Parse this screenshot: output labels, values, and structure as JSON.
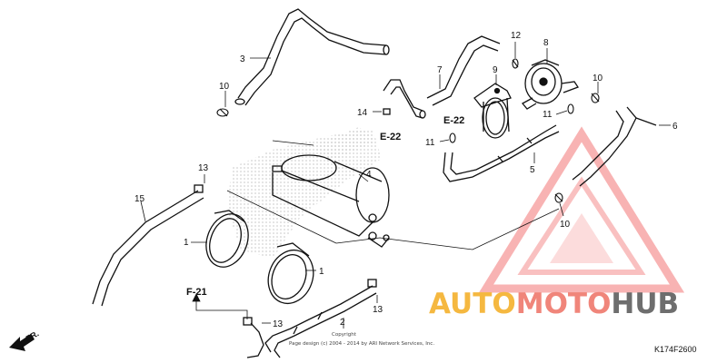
{
  "callouts": {
    "hose_top": "3",
    "clip_top_left": "10",
    "hose_center": "7",
    "joint_center": "14",
    "ref_e22_left": "E-22",
    "band_bracket": "9",
    "ref_e22_right": "E-22",
    "clip_12": "12",
    "valve": "8",
    "clip_top_right": "10",
    "clip_11_upper": "11",
    "clip_11_lower": "11",
    "hose_5": "5",
    "hose_6": "6",
    "canister": "4",
    "clip_13_top": "13",
    "hose_15": "15",
    "band_1_left": "1",
    "band_1_right": "1",
    "clip_13_mid": "13",
    "ref_f21": "F-21",
    "clip_13_bottom": "13",
    "hose_2": "2",
    "clip_10_right": "10"
  },
  "copyright": {
    "line1": "Copyright",
    "line2": "Page design (c) 2004 - 2014 by ARI Network Services, Inc."
  },
  "fr_arrow": "FR.",
  "diagram_code": "K174F2600",
  "watermark": {
    "auto": "AUTO",
    "moto": "MOTO",
    "hub": "HUB",
    "color_auto": "#f5b840",
    "color_moto": "#f0857a",
    "color_hub": "#6e6e6e",
    "triangle_color": "#ef5b5b"
  },
  "colors": {
    "line": "#111111",
    "hatch": "#999999"
  }
}
